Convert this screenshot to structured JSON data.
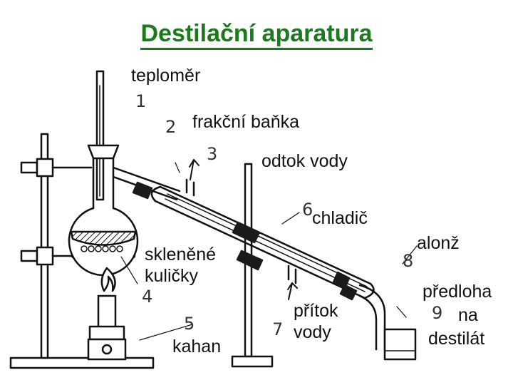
{
  "title": "Destilační aparatura",
  "labels": {
    "thermometer": "teploměr",
    "flask": "frakční baňka",
    "water_out": "odtok vody",
    "condenser": "chladič",
    "beads_1": "skleněné",
    "beads_2": "kuličky",
    "burner": "kahan",
    "water_in_1": "přítok",
    "water_in_2": "vody",
    "adapter": "alonž",
    "receiver_1": "předloha",
    "receiver_2": "na",
    "receiver_3": "destilát"
  },
  "numbers": [
    "1",
    "2",
    "3",
    "4",
    "5",
    "6",
    "7",
    "8",
    "9"
  ],
  "colors": {
    "title": "#1b7a1b",
    "line": "#111111",
    "clamp": "#1a1a1a"
  }
}
